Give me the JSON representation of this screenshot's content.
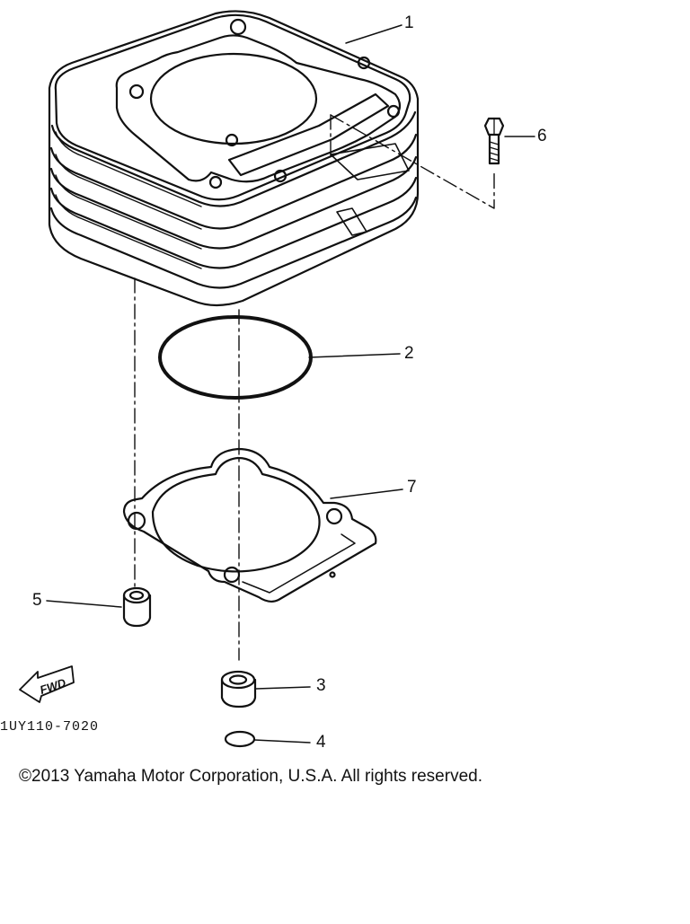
{
  "diagram": {
    "callouts": {
      "p1": "1",
      "p2": "2",
      "p3": "3",
      "p4": "4",
      "p5": "5",
      "p6": "6",
      "p7": "7"
    },
    "fwd_label": "FWD",
    "drawing_code": "1UY110-7020",
    "copyright": "©2013 Yamaha Motor Corporation, U.S.A. All rights reserved."
  }
}
